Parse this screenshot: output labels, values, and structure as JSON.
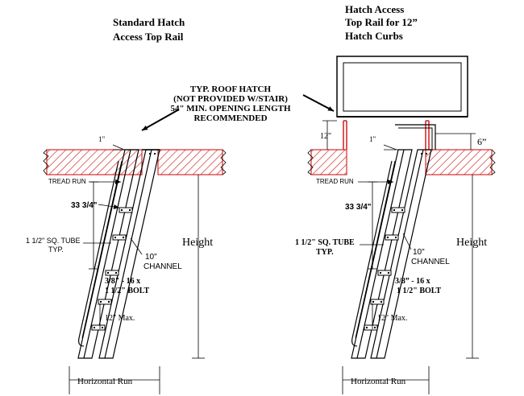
{
  "left": {
    "title_line1": "Standard Hatch",
    "title_line2": "Access Top Rail",
    "dim_top": "1\"",
    "tread_run": "TREAD RUN",
    "dim_tread": "33 3/4\"",
    "tube_line1": "1 1/2\" SQ. TUBE",
    "tube_line2": "TYP.",
    "channel_line1": "10\"",
    "channel_line2": "CHANNEL",
    "bolt_line1": "3/8\" - 16 x",
    "bolt_line2": "1 1/2\" BOLT",
    "dim_spacing": "12\" Max.",
    "height": "Height",
    "horizontal_run": "Horizontal Run"
  },
  "right": {
    "title_line1": "Hatch Access",
    "title_line2": "Top Rail for 12”",
    "title_line3": "Hatch Curbs",
    "dim_curb": "12\"",
    "dim_top": "1\"",
    "dim_six": "6”",
    "tread_run": "TREAD RUN",
    "dim_tread": "33 3/4\"",
    "tube_line1": "1 1/2\" SQ. TUBE",
    "tube_line2": "TYP.",
    "channel_line1": "10\"",
    "channel_line2": "CHANNEL",
    "bolt_line1": "3/8” - 16 x",
    "bolt_line2": "1 1/2\" BOLT",
    "dim_spacing": "12\" Max.",
    "height": "Height",
    "horizontal_run": "Horizontal Run"
  },
  "roof_hatch_note": {
    "line1": "TYP. ROOF HATCH",
    "line2": "(NOT PROVIDED W/STAIR)",
    "line3": "54\" MIN. OPENING LENGTH",
    "line4": "RECOMMENDED"
  },
  "colors": {
    "roof_hatch": "#d42b2b",
    "line": "#000000"
  }
}
